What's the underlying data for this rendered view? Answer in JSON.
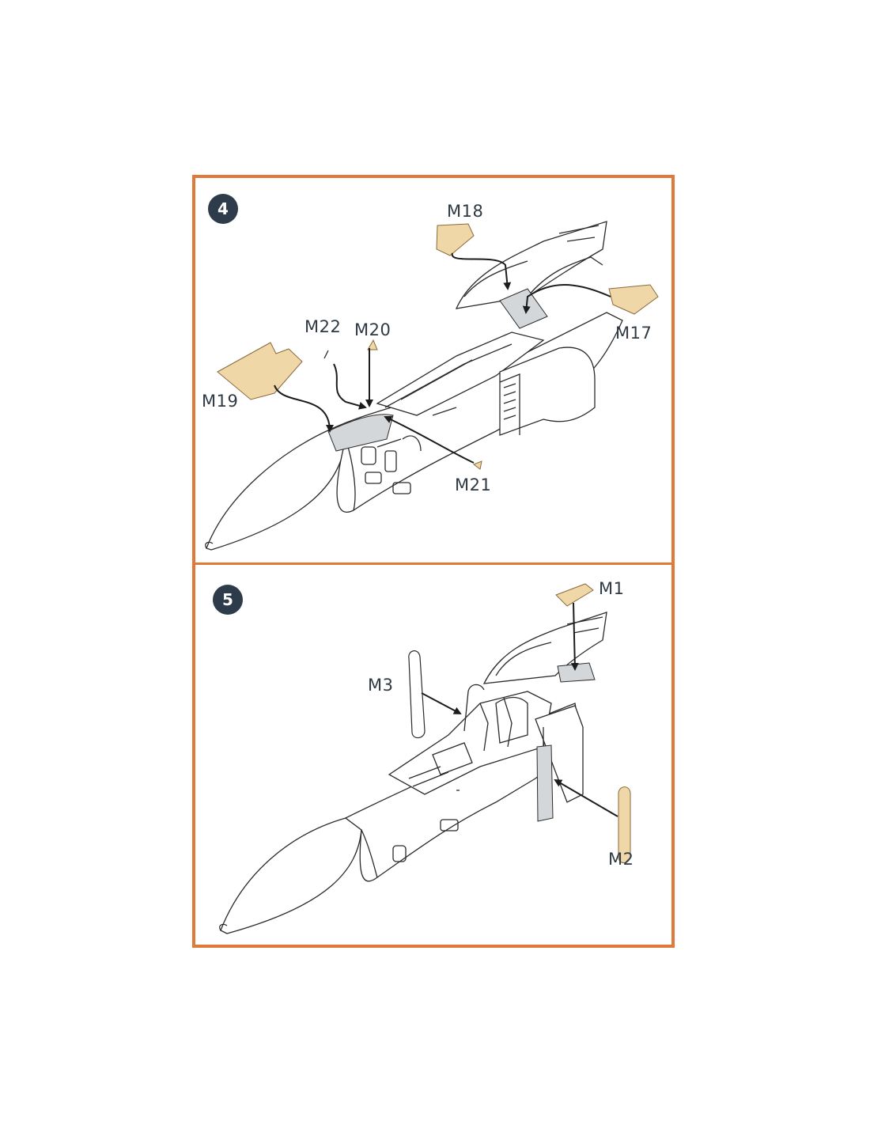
{
  "steps": [
    {
      "number": "4",
      "callouts": {
        "M18": "M18",
        "M22": "M22",
        "M20": "M20",
        "M17": "M17",
        "M19": "M19",
        "M21": "M21"
      }
    },
    {
      "number": "5",
      "callouts": {
        "M1": "M1",
        "M3": "M3",
        "M2": "M2"
      }
    }
  ],
  "colors": {
    "frame": "#e07a3a",
    "badge": "#2e3b4a",
    "part_fill": "#f0d7a8",
    "masked_area": "#d4d7da",
    "line": "#2b2b2b"
  },
  "icons": {
    "step_badge": "step-number-circle",
    "arrow": "leader-arrow"
  }
}
